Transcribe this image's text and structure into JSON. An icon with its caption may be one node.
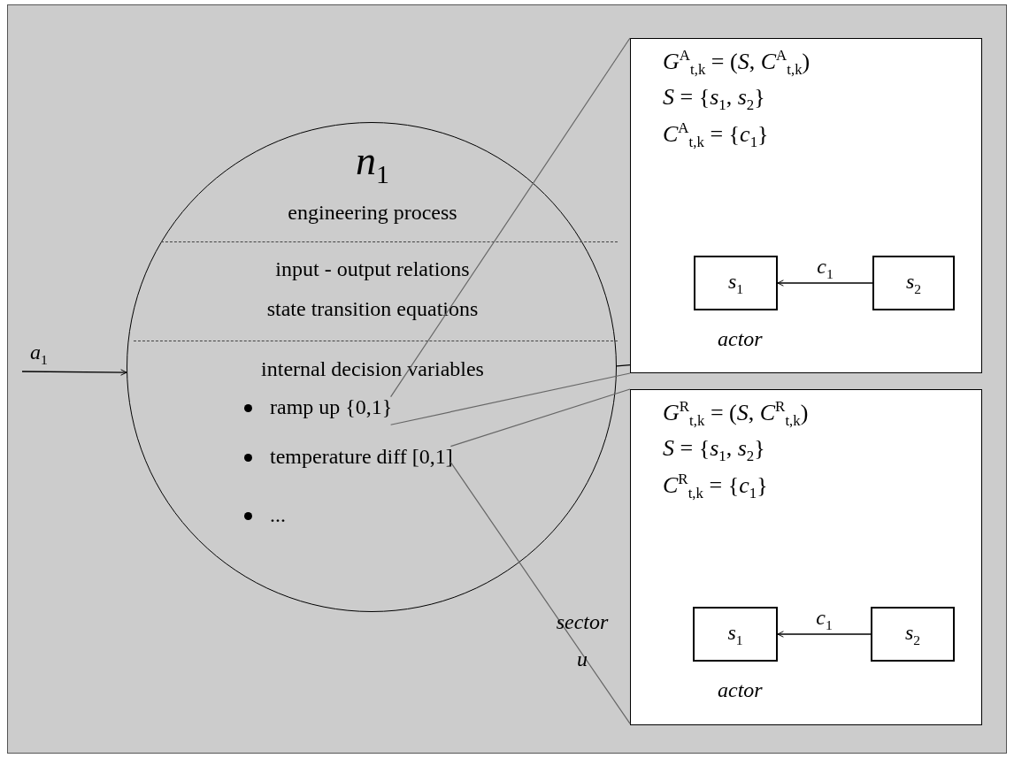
{
  "diagram": {
    "nodes": [
      {
        "text": [
          "*n*$_{1}$",
          "engineering process",
          "input - output relations",
          "state transition equations",
          "internal decision variables"
        ]
      },
      {
        "text": [
          "ramp up {0,1}"
        ],
        "in": 0
      },
      {
        "text": [
          "temperature diff [0,1]"
        ],
        "in": 0
      },
      {
        "text": [
          "..."
        ],
        "in": 0
      },
      {
        "text": [
          "*G*$^{A}$$_{t,k}$ = (*S*, *C*$^{A}$$_{t,k}$)",
          "*S* = {*s*$_{1}$, *s*$_{2}$}",
          "*C*$^{A}$$_{t,k}$ = {*c*$_{1}$}",
          "actor"
        ]
      },
      {
        "text": [
          "*s*$_{1}$"
        ],
        "in": 4
      },
      {
        "text": [
          "*s*$_{2}$"
        ],
        "in": 4
      },
      {
        "text": [
          "*G*$^{R}$$_{t,k}$ = (*S*, *C*$^{R}$$_{t,k}$)",
          "*S* = {*s*$_{1}$, *s*$_{2}$}",
          "*C*$^{R}$$_{t,k}$ = {*c*$_{1}$}",
          "actor"
        ]
      },
      {
        "text": [
          "*s*$_{1}$"
        ],
        "in": 7
      },
      {
        "text": [
          "*s*$_{2}$"
        ],
        "in": 7
      }
    ],
    "edges": [
      {
        "from": null,
        "to": 0,
        "arrow": "to",
        "label": "*a*$_{1}$"
      },
      {
        "from": 6,
        "to": 5,
        "arrow": "to",
        "label": "*c*$_{1}$"
      },
      {
        "from": 9,
        "to": 8,
        "arrow": "to",
        "label": "*c*$_{1}$"
      },
      {
        "from": 0,
        "to": 4,
        "arrow": "none"
      },
      {
        "from": 1,
        "to": 4,
        "arrow": "none",
        "color": "#666666"
      },
      {
        "from": 1,
        "to": 4,
        "arrow": "none",
        "color": "#666666"
      },
      {
        "from": 2,
        "to": 7,
        "arrow": "none",
        "color": "#666666"
      },
      {
        "from": 2,
        "to": 7,
        "arrow": "none",
        "color": "#666666"
      }
    ],
    "labels": [
      "sector u"
    ]
  }
}
